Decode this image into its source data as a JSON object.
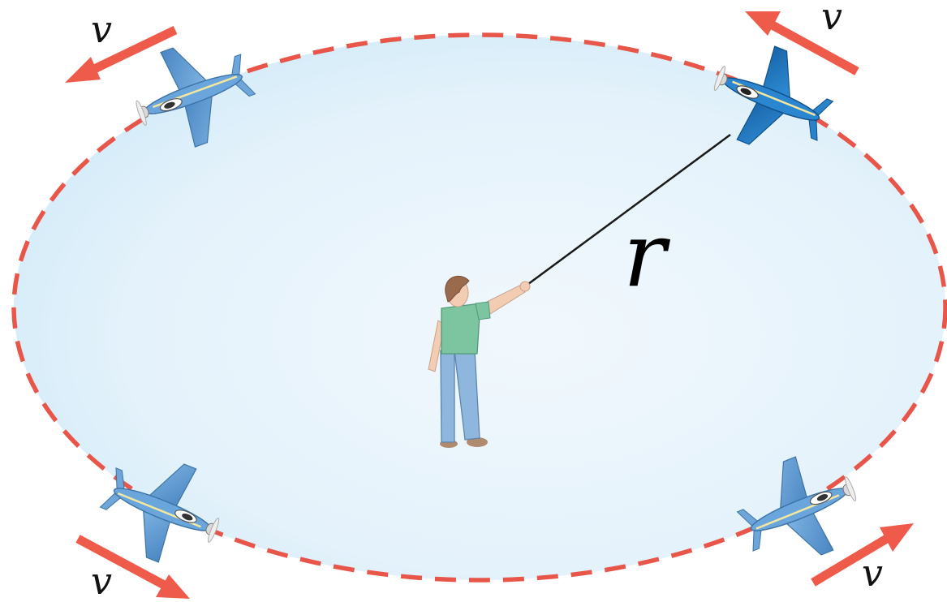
{
  "labels": {
    "radius": "r",
    "velocity_top_left": "v",
    "velocity_top_right": "v",
    "velocity_bottom_left": "v",
    "velocity_bottom_right": "v"
  },
  "colors": {
    "path_dashes": "#e8564a",
    "velocity_arrows": "#ef5b4b",
    "ground_light": "#f1f8fd",
    "ground_dark": "#d2ebf8",
    "plane_body": "#5b9bd5",
    "plane_body_dark": "#1f6fb8",
    "tether": "#1a1a1a",
    "shirt": "#7cc5a0",
    "pants": "#8fb6dc",
    "hair": "#9a6a4d",
    "skin": "#f2cdb4"
  },
  "icons": {
    "airplane": "airplane-icon",
    "person": "person-icon",
    "arrow": "velocity-arrow-icon"
  }
}
